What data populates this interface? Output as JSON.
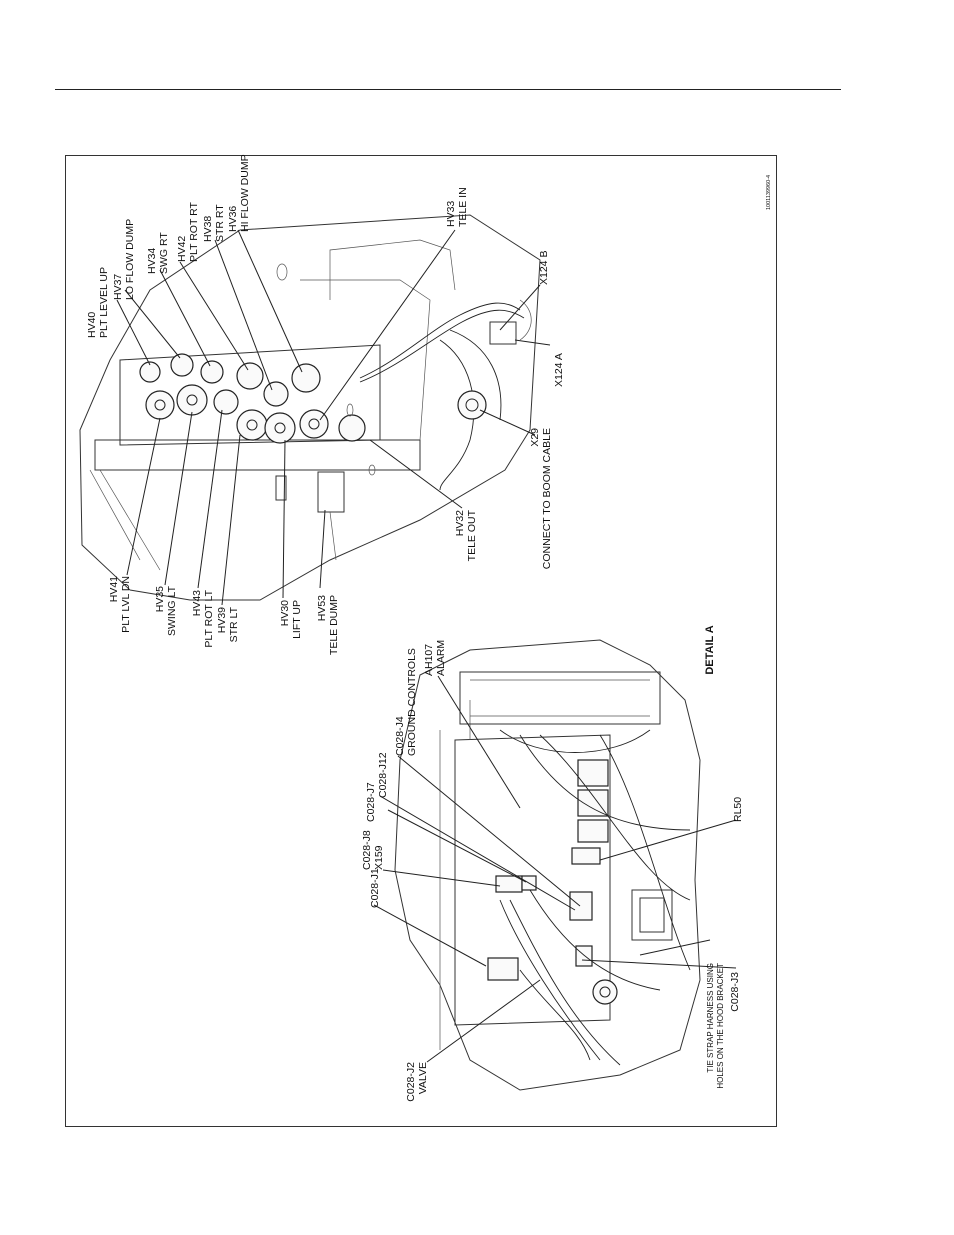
{
  "figure_code": "1001139960-4",
  "detail_title": "DETAIL A",
  "callouts_upper": [
    {
      "id": "hv40",
      "line1": "HV40",
      "line2": "PLT LEVEL UP"
    },
    {
      "id": "hv37",
      "line1": "HV37",
      "line2": "LO FLOW DUMP"
    },
    {
      "id": "hv34",
      "line1": "HV34",
      "line2": "SWG RT"
    },
    {
      "id": "hv42",
      "line1": "HV42",
      "line2": "PLT ROT RT"
    },
    {
      "id": "hv38",
      "line1": "HV38",
      "line2": "STR RT"
    },
    {
      "id": "hv36",
      "line1": "HV36",
      "line2": "HI FLOW DUMP"
    },
    {
      "id": "hv33",
      "line1": "HV33",
      "line2": "TELE IN"
    },
    {
      "id": "x124b",
      "line1": "X124 B",
      "line2": ""
    },
    {
      "id": "x124a",
      "line1": "X124 A",
      "line2": ""
    },
    {
      "id": "x29",
      "line1": "X29",
      "line2": "CONNECT TO BOOM CABLE"
    },
    {
      "id": "hv32",
      "line1": "HV32",
      "line2": "TELE OUT"
    },
    {
      "id": "hv53",
      "line1": "HV53",
      "line2": "TELE DUMP"
    },
    {
      "id": "hv30",
      "line1": "HV30",
      "line2": "LIFT UP"
    },
    {
      "id": "hv39",
      "line1": "HV39",
      "line2": "STR LT"
    },
    {
      "id": "hv43",
      "line1": "HV43",
      "line2": "PLT ROT LT"
    },
    {
      "id": "hv35",
      "line1": "HV35",
      "line2": "SWING LT"
    },
    {
      "id": "hv41",
      "line1": "HV41",
      "line2": "PLT LVL DN"
    }
  ],
  "callouts_lower": [
    {
      "id": "ah107",
      "line1": "AH107",
      "line2": "ALARM"
    },
    {
      "id": "c028j4",
      "line1": "C028-J4",
      "line2": "GROUND CONTROLS"
    },
    {
      "id": "c028j12",
      "line1": "C028-J12",
      "line2": ""
    },
    {
      "id": "c028j7",
      "line1": "C028-J7",
      "line2": ""
    },
    {
      "id": "c028j8",
      "line1": "C028-J8",
      "line2": "X159"
    },
    {
      "id": "c028j1",
      "line1": "C028-J1",
      "line2": ""
    },
    {
      "id": "c028j2",
      "line1": "C028-J2",
      "line2": "VALVE"
    },
    {
      "id": "rl50",
      "line1": "RL50",
      "line2": ""
    },
    {
      "id": "c028j3",
      "line1": "C028-J3",
      "line2": ""
    }
  ],
  "tie_note": {
    "line1": "TIE STRAP HARNESS USING",
    "line2": "HOLES ON THE HOOD BRACKET"
  }
}
